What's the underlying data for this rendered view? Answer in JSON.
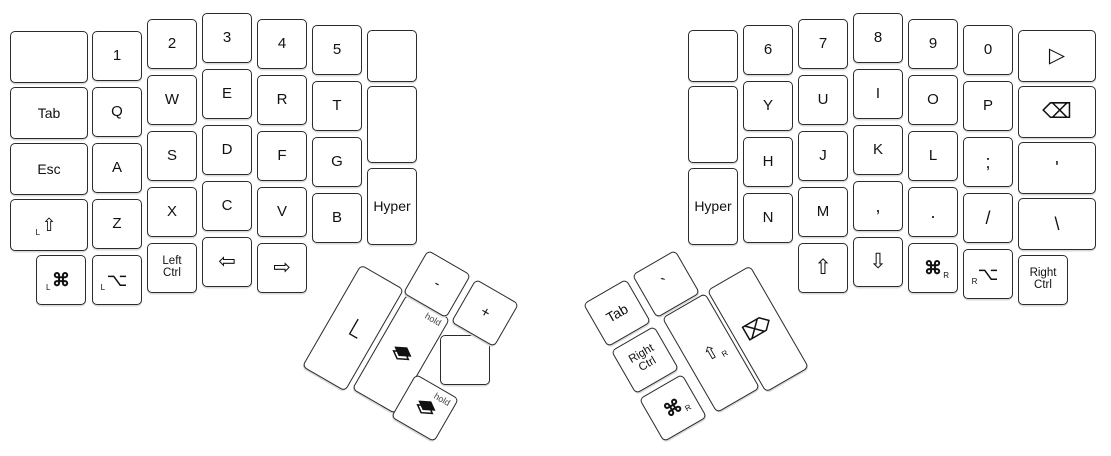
{
  "keyboard": {
    "left_half": {
      "number_row": [
        "",
        "1",
        "2",
        "3",
        "4",
        "5",
        ""
      ],
      "top_row": [
        "Tab",
        "Q",
        "W",
        "E",
        "R",
        "T",
        ""
      ],
      "home_row": [
        "Esc",
        "A",
        "S",
        "D",
        "F",
        "G"
      ],
      "bottom_row": [
        "⇧",
        "Z",
        "X",
        "C",
        "V",
        "B",
        "Hyper"
      ],
      "bottom_row_sub": [
        "L"
      ],
      "modifier_row": [
        "⌘",
        "⌥",
        "Left\nCtrl",
        "⇦",
        "⇨"
      ],
      "modifier_row_sub": [
        "L",
        "L"
      ],
      "thumb_cluster": [
        "⎿",
        "hold",
        "",
        "-",
        "+",
        "hold"
      ]
    },
    "right_half": {
      "number_row": [
        "",
        "6",
        "7",
        "8",
        "9",
        "0",
        "▷"
      ],
      "top_row": [
        "",
        "Y",
        "U",
        "I",
        "O",
        "P",
        "⌫"
      ],
      "home_row": [
        "H",
        "J",
        "K",
        "L",
        ";",
        "'"
      ],
      "bottom_row": [
        "Hyper",
        "N",
        "M",
        ",",
        ".",
        "/",
        "\\"
      ],
      "modifier_row": [
        "⇧",
        "⇩",
        "⌘",
        "⌥",
        "Right\nCtrl"
      ],
      "modifier_row_sub": [
        "R",
        "R"
      ],
      "thumb_cluster": [
        "Tab",
        "`",
        "Right\nCtrl",
        "⇧",
        "⌦",
        "⌘"
      ],
      "thumb_cluster_sub": [
        "R",
        "R"
      ]
    }
  }
}
